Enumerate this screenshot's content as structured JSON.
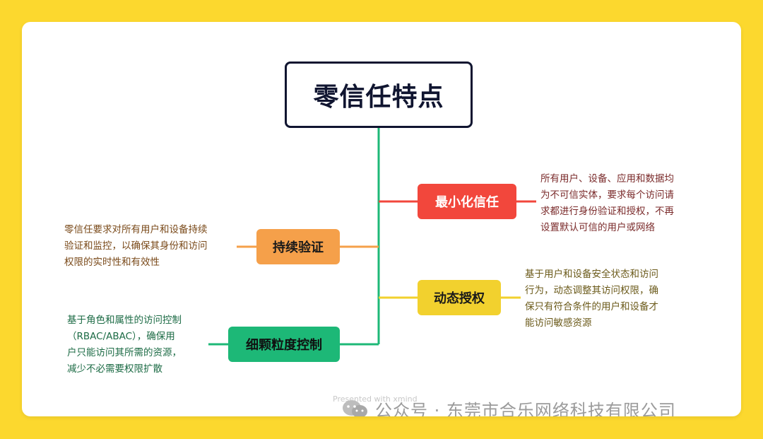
{
  "title": "零信任特点",
  "nodes": {
    "min_trust": {
      "label": "最小化信任",
      "color": "#F2473C",
      "text_color": "#FFFFFF",
      "desc_lines": [
        "所有用户、设备、应用和数据均",
        "为不可信实体，要求每个访问请",
        "求都进行身份验证和授权，不再",
        "设置默认可信的用户或网络"
      ],
      "desc_color": "#7A2A2A"
    },
    "continuous": {
      "label": "持续验证",
      "color": "#F5A04A",
      "text_color": "#1A1A1A",
      "desc_lines": [
        "零信任要求对所有用户和设备持续",
        "验证和监控，以确保其身份和访问",
        "权限的实时性和有效性"
      ],
      "desc_color": "#7A4A1A"
    },
    "dynamic": {
      "label": "动态授权",
      "color": "#F2D12E",
      "text_color": "#1A1A1A",
      "desc_lines": [
        "基于用户和设备安全状态和访问",
        "行为，动态调整其访问权限，确",
        "保只有符合条件的用户和设备才",
        "能访问敏感资源"
      ],
      "desc_color": "#6B5A1A"
    },
    "granular": {
      "label": "细颗粒度控制",
      "color": "#1DB877",
      "text_color": "#101010",
      "desc_lines": [
        "基于角色和属性的访问控制",
        "（RBAC/ABAC），确保用",
        "户只能访问其所需的资源，",
        "减少不必需要权限扩散"
      ],
      "desc_color": "#1C6B45"
    }
  },
  "colors": {
    "background": "#FCD82E",
    "root_border": "#101530",
    "trunk": "#1DB877"
  },
  "watermark": {
    "faint": "Presented with xmind",
    "main": "公众号 · 东莞市合乐网络科技有限公司",
    "icon": "wechat-icon"
  }
}
